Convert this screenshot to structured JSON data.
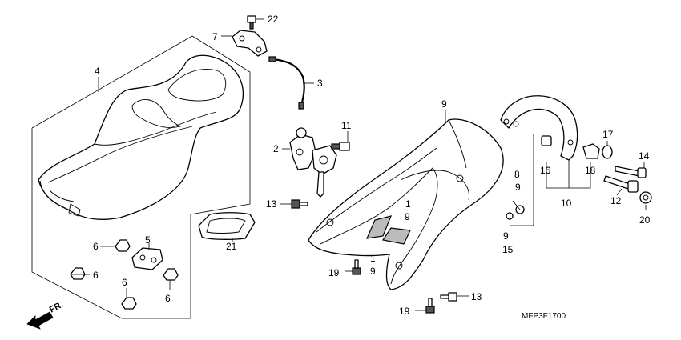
{
  "diagram_code": "MFP3F1700",
  "direction_label": "FR.",
  "callouts": [
    {
      "id": "c22",
      "label": "22"
    },
    {
      "id": "c7",
      "label": "7"
    },
    {
      "id": "c4",
      "label": "4"
    },
    {
      "id": "c3",
      "label": "3"
    },
    {
      "id": "c9a",
      "label": "9"
    },
    {
      "id": "c11",
      "label": "11"
    },
    {
      "id": "c2",
      "label": "2"
    },
    {
      "id": "c17",
      "label": "17"
    },
    {
      "id": "c14",
      "label": "14"
    },
    {
      "id": "c16",
      "label": "16"
    },
    {
      "id": "c18",
      "label": "18"
    },
    {
      "id": "c8",
      "label": "8"
    },
    {
      "id": "c9b",
      "label": "9"
    },
    {
      "id": "c10",
      "label": "10"
    },
    {
      "id": "c12",
      "label": "12"
    },
    {
      "id": "c13a",
      "label": "13"
    },
    {
      "id": "c1a",
      "label": "1"
    },
    {
      "id": "c9c",
      "label": "9"
    },
    {
      "id": "c9d",
      "label": "9"
    },
    {
      "id": "c15",
      "label": "15"
    },
    {
      "id": "c20",
      "label": "20"
    },
    {
      "id": "c5",
      "label": "5"
    },
    {
      "id": "c6a",
      "label": "6"
    },
    {
      "id": "c21",
      "label": "21"
    },
    {
      "id": "c1b",
      "label": "1"
    },
    {
      "id": "c9e",
      "label": "9"
    },
    {
      "id": "c19a",
      "label": "19"
    },
    {
      "id": "c6b",
      "label": "6"
    },
    {
      "id": "c6c",
      "label": "6"
    },
    {
      "id": "c6d",
      "label": "6"
    },
    {
      "id": "c13b",
      "label": "13"
    },
    {
      "id": "c19b",
      "label": "19"
    }
  ]
}
